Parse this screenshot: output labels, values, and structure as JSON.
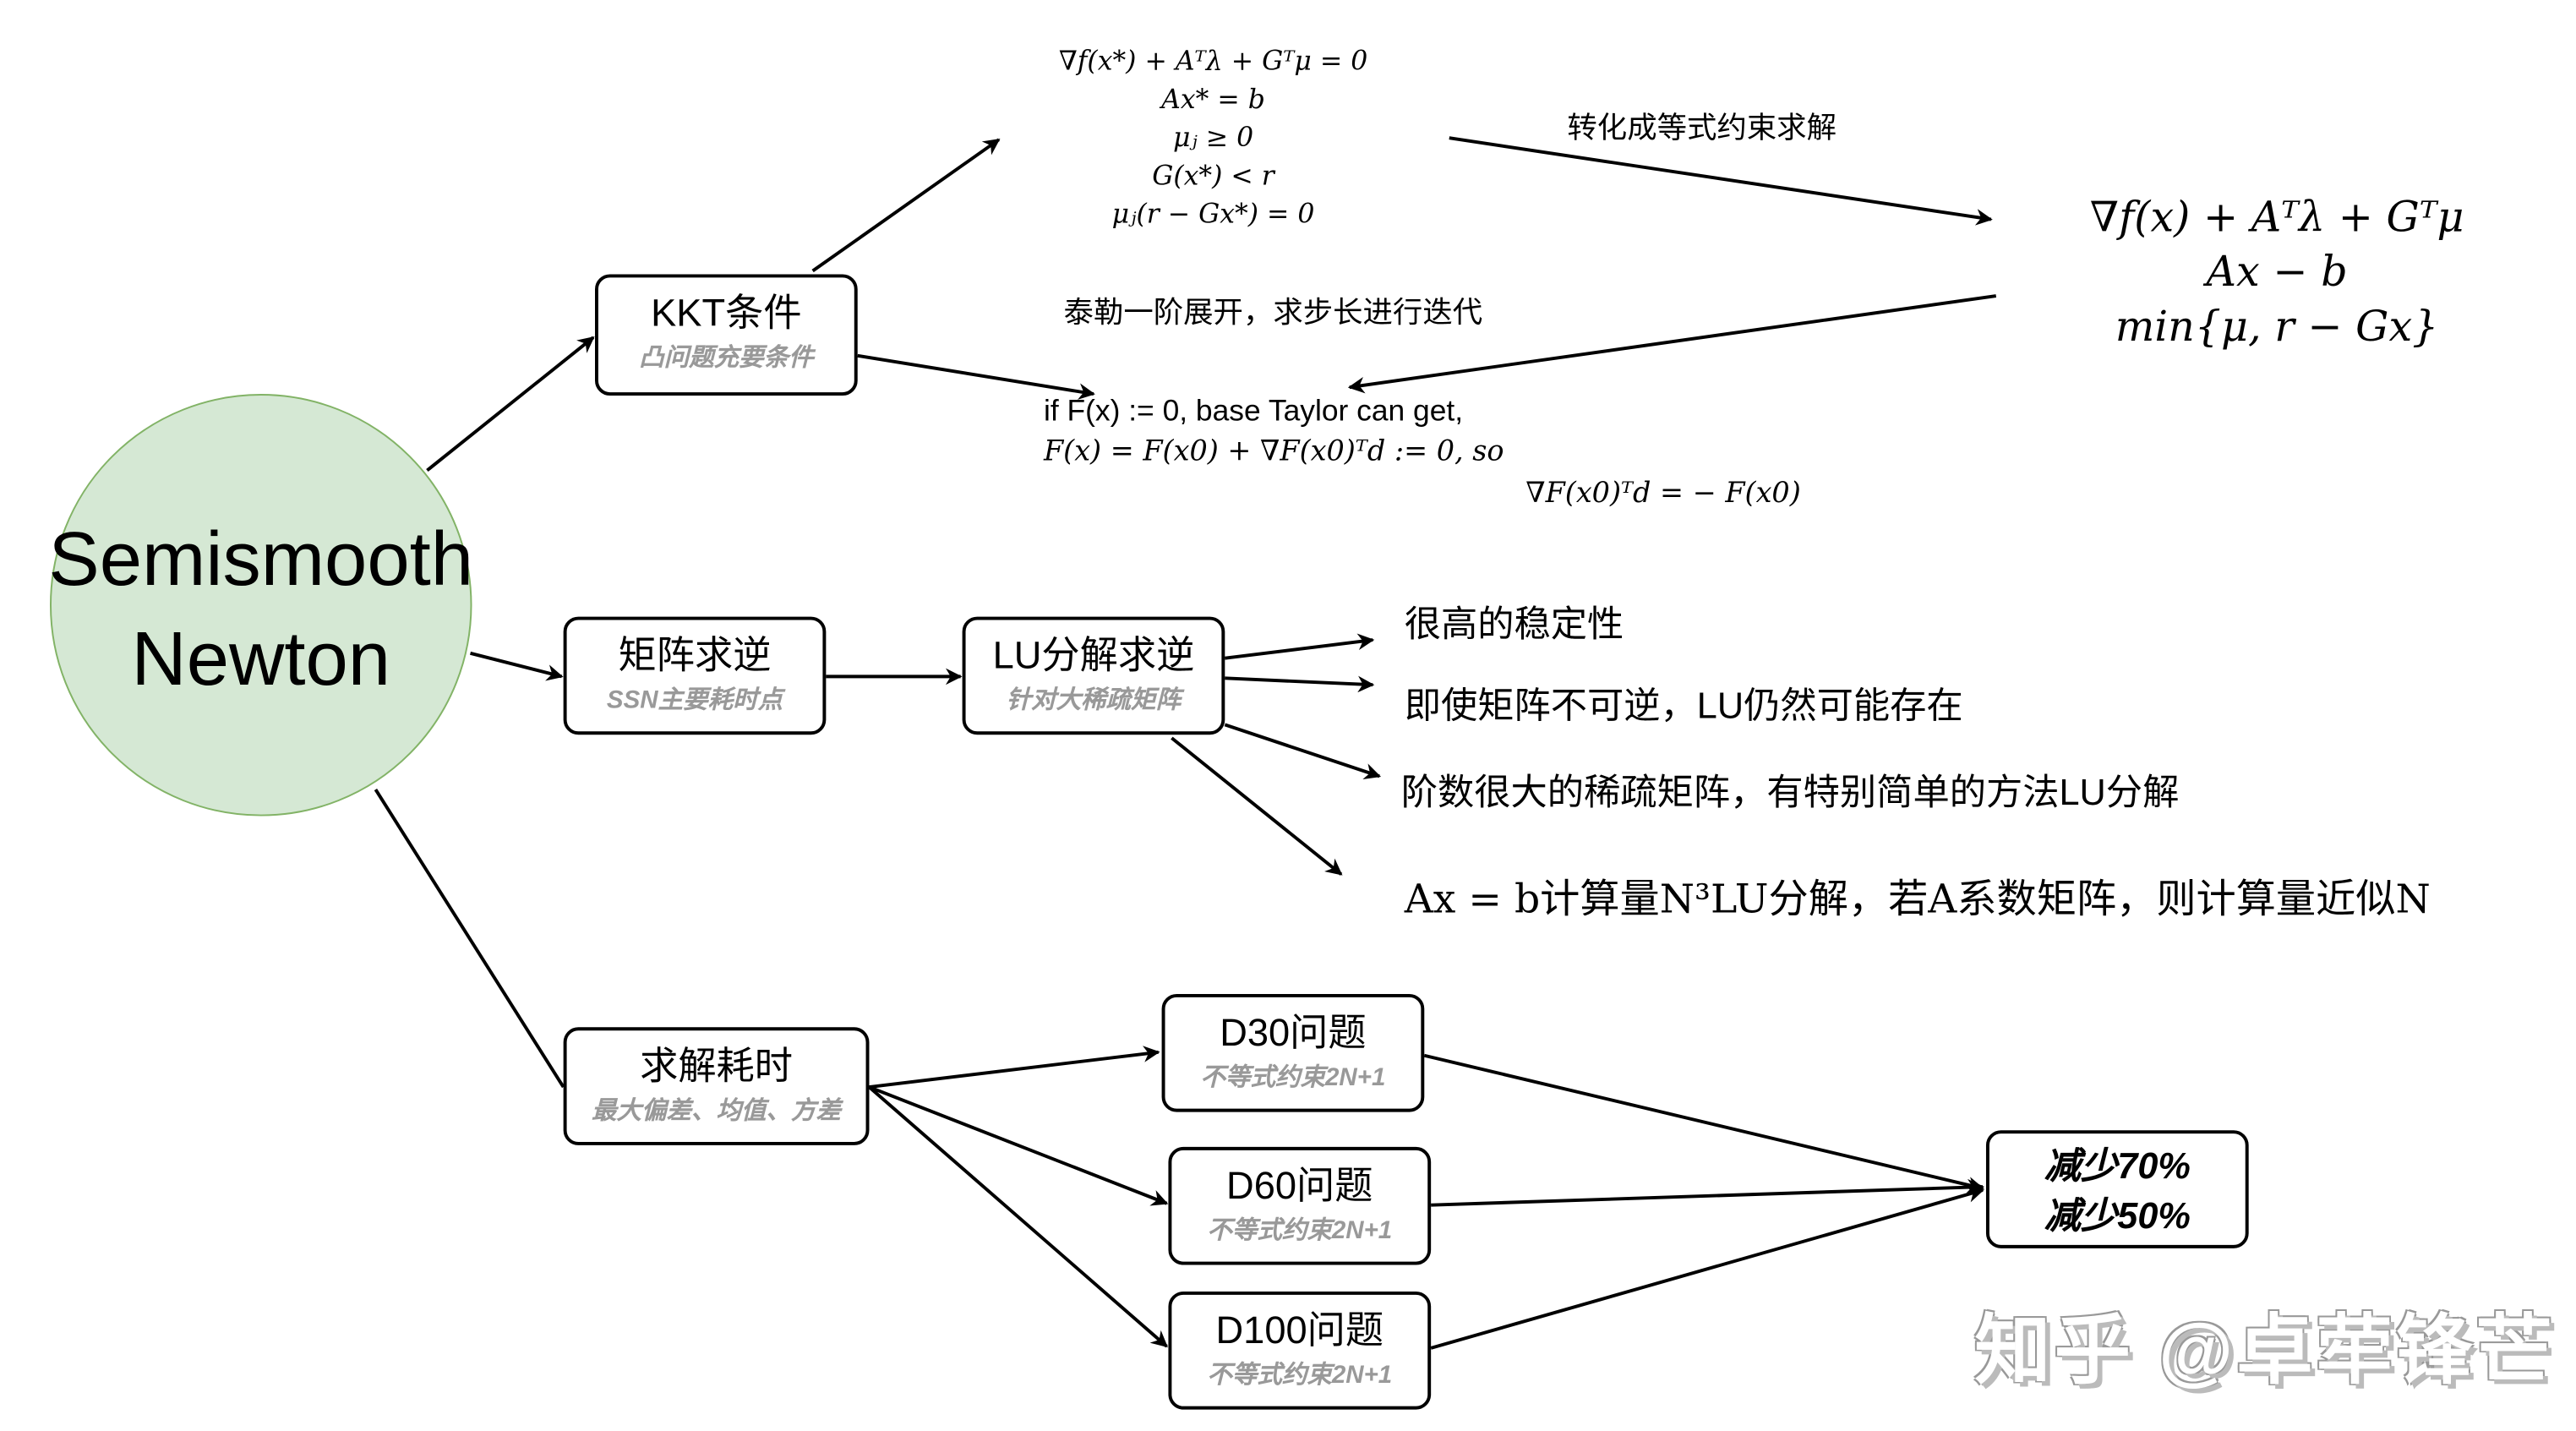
{
  "root": {
    "line1": "Semismooth",
    "line2": "Newton",
    "fill": "#d5e8d4",
    "stroke": "#82b366"
  },
  "nodes": {
    "kkt": {
      "title": "KKT条件",
      "subtitle": "凸问题充要条件"
    },
    "matrix_inverse": {
      "title": "矩阵求逆",
      "subtitle": "SSN主要耗时点"
    },
    "lu": {
      "title": "LU分解求逆",
      "subtitle": "针对大稀疏矩阵"
    },
    "solve_time": {
      "title": "求解耗时",
      "subtitle": "最大偏差、均值、方差"
    },
    "d30": {
      "title": "D30问题",
      "subtitle": "不等式约束2N+1"
    },
    "d60": {
      "title": "D60问题",
      "subtitle": "不等式约束2N+1"
    },
    "d100": {
      "title": "D100问题",
      "subtitle": "不等式约束2N+1"
    },
    "result": {
      "line1": "减少70%",
      "line2": "减少50%"
    }
  },
  "kkt_equations": [
    "∇f(x*) + Aᵀλ + Gᵀμ = 0",
    "Ax* = b",
    "μⱼ ≥ 0",
    "G(x*) < r",
    "μⱼ(r − Gx*) = 0"
  ],
  "label_equality": "转化成等式约束求解",
  "equality_system": [
    "∇f(x) + Aᵀλ + Gᵀμ",
    "Ax − b",
    "min{μ, r − Gx}"
  ],
  "label_taylor": "泰勒一阶展开，求步长进行迭代",
  "taylor": {
    "line1": "if F(x) := 0, base Taylor can get,",
    "line2": "F(x) = F(x0) + ∇F(x0)ᵀd := 0, so",
    "line3": "∇F(x0)ᵀd = − F(x0)"
  },
  "lu_points": [
    "很高的稳定性",
    "即使矩阵不可逆，LU仍然可能存在",
    "阶数很大的稀疏矩阵，有特别简单的方法LU分解",
    "Ax = b计算量N³LU分解，若A系数矩阵，则计算量近似N"
  ],
  "watermark": "知乎 @卓荦锋芒"
}
